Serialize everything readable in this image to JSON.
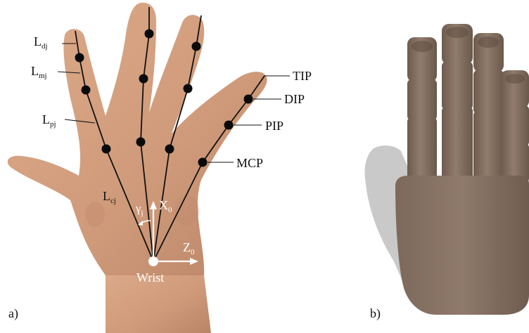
{
  "panels": {
    "a": "a)",
    "b": "b)"
  },
  "segments": {
    "distal": {
      "main": "L",
      "sub": "dj"
    },
    "middle": {
      "main": "L",
      "sub": "mj"
    },
    "proximal": {
      "main": "L",
      "sub": "pj"
    },
    "carpal": {
      "main": "L",
      "sub": "cj"
    }
  },
  "joints": {
    "tip": "TIP",
    "dip": "DIP",
    "pip": "PIP",
    "mcp": "MCP",
    "wrist": "Wrist"
  },
  "axes": {
    "angle": {
      "main": "γ",
      "sub": "j"
    },
    "x": {
      "main": "X",
      "sub": "0"
    },
    "z": {
      "main": "Z",
      "sub": "0"
    }
  },
  "colors": {
    "skin": "#cf9a7a",
    "skin_shadow": "#b57f62",
    "model": "#8a7566",
    "model_shadow": "#c9c9c9",
    "joint": "#0a0a0a",
    "axis": "#ffffff"
  }
}
